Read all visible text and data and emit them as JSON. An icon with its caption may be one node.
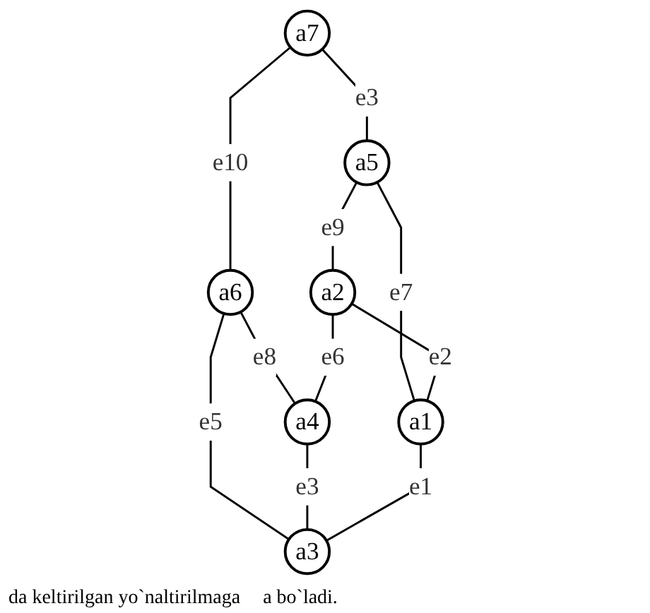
{
  "diagram": {
    "nodes": [
      {
        "text": [
          "a7"
        ]
      },
      {
        "text": [
          "a5"
        ]
      },
      {
        "text": [
          "a6"
        ]
      },
      {
        "text": [
          "a2"
        ]
      },
      {
        "text": [
          "a4"
        ]
      },
      {
        "text": [
          "a1"
        ]
      },
      {
        "text": [
          "a3"
        ]
      }
    ],
    "edges": [
      {
        "from": 0,
        "to": 1,
        "arrow": "none",
        "label": "e3"
      },
      {
        "from": 0,
        "to": 2,
        "arrow": "none",
        "label": "e10"
      },
      {
        "from": 1,
        "to": 3,
        "arrow": "none",
        "label": "e9"
      },
      {
        "from": 2,
        "to": 4,
        "arrow": "none",
        "label": "e8"
      },
      {
        "from": 3,
        "to": 4,
        "arrow": "none",
        "label": "e6"
      },
      {
        "from": 1,
        "to": 5,
        "arrow": "none",
        "label": "e7"
      },
      {
        "from": 2,
        "to": 6,
        "arrow": "none",
        "label": "e5"
      },
      {
        "from": 3,
        "to": 5,
        "arrow": "none",
        "label": "e2"
      },
      {
        "from": 4,
        "to": 6,
        "arrow": "none",
        "label": "e3"
      },
      {
        "from": 5,
        "to": 6,
        "arrow": "none",
        "label": "e1"
      }
    ],
    "labels": [
      "da keltirilgan yo`naltirilmaga",
      "a bo`ladi."
    ]
  }
}
